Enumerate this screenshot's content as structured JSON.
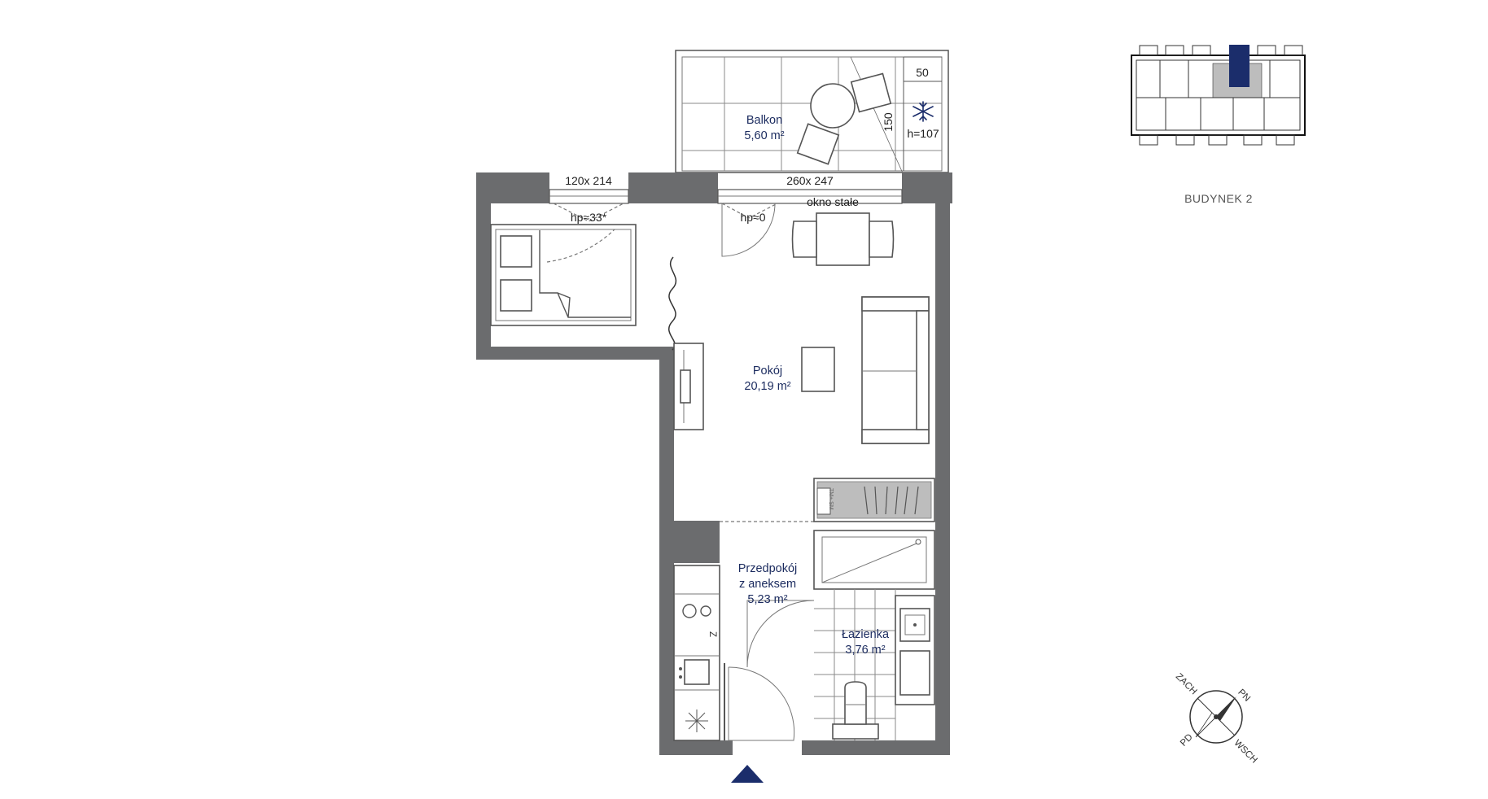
{
  "rooms": [
    {
      "name": "Balkon",
      "area": "5,60 m²"
    },
    {
      "name": "Pokój",
      "area": "20,19 m²"
    },
    {
      "name": "Przedpokój",
      "name2": "z aneksem",
      "area": "5,23 m²"
    },
    {
      "name": "Łazienka",
      "area": "3,76 m²"
    }
  ],
  "dimensions": {
    "balcony_width": "50",
    "balcony_depth": "150",
    "height": "h=107",
    "window_left": "120x 214",
    "window_right": "260x 247",
    "fixed_window": "okno stałe",
    "sill_left": "hp≈33*",
    "sill_right": "hp≈0",
    "washer_label": "TM+ SM"
  },
  "building": {
    "label": "BUDYNEK 2"
  },
  "compass": {
    "n": "PN",
    "e": "WSCH",
    "s": "PD",
    "w": "ZACH"
  },
  "icons": [
    "snowflake-icon",
    "entrance-arrow-icon",
    "compass-icon",
    "door-swing-icon",
    "bed-icon",
    "sofa-icon",
    "dining-table-icon",
    "bathtub-icon",
    "toilet-icon",
    "sink-icon",
    "hob-icon",
    "fridge-icon",
    "key-plan-icon"
  ],
  "colors": {
    "wall": "#6b6c6e",
    "label": "#1a2a5e",
    "accent": "#1b2d6b"
  }
}
